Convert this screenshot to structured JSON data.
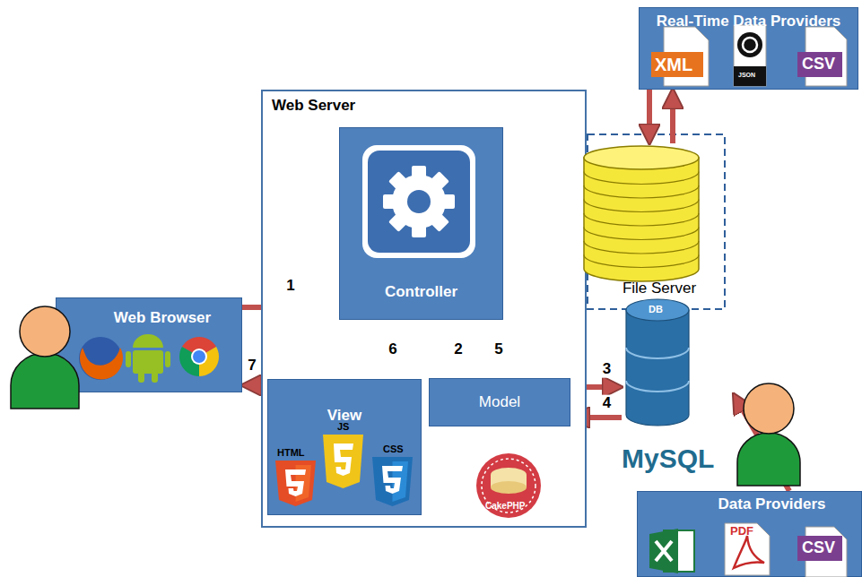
{
  "diagram": {
    "nodes": [
      {
        "text": [
          "Real-Time Data Providers"
        ]
      },
      {
        "text": [
          "Web Server"
        ]
      },
      {
        "text": [
          "Controller"
        ],
        "in": 1
      },
      {
        "text": [
          "Model"
        ],
        "in": 1
      },
      {
        "text": [
          "View"
        ],
        "in": 1
      },
      {
        "text": [
          "File Server"
        ]
      },
      {
        "text": [
          "Web Browser"
        ]
      },
      {
        "text": [
          "DB",
          "MySQL"
        ]
      },
      {
        "text": [
          "Data Providers"
        ]
      }
    ],
    "edges": [
      {
        "from": 6,
        "to": 2,
        "label": "1",
        "arrow": "to"
      },
      {
        "from": 2,
        "to": 3,
        "label": "2",
        "arrow": "to"
      },
      {
        "from": 3,
        "to": 7,
        "label": "3",
        "arrow": "to"
      },
      {
        "from": 7,
        "to": 3,
        "label": "4",
        "arrow": "to"
      },
      {
        "from": 3,
        "to": 2,
        "label": "5",
        "arrow": "to"
      },
      {
        "from": 2,
        "to": 4,
        "label": "6",
        "arrow": "to"
      },
      {
        "from": 4,
        "to": 6,
        "label": "7",
        "arrow": "to"
      },
      {
        "from": 2,
        "to": 5,
        "arrow": "to"
      },
      {
        "from": 5,
        "to": 2,
        "arrow": "to"
      },
      {
        "from": 0,
        "to": 5,
        "arrow": "to"
      },
      {
        "from": 5,
        "to": 0,
        "arrow": "to"
      },
      {
        "from": 8,
        "to": 7,
        "arrow": "to"
      }
    ],
    "labels": [
      "XML",
      "JSON",
      "CSV",
      "HTML",
      "JS",
      "CSS",
      "PDF",
      "CSV",
      "CakePHP"
    ]
  }
}
